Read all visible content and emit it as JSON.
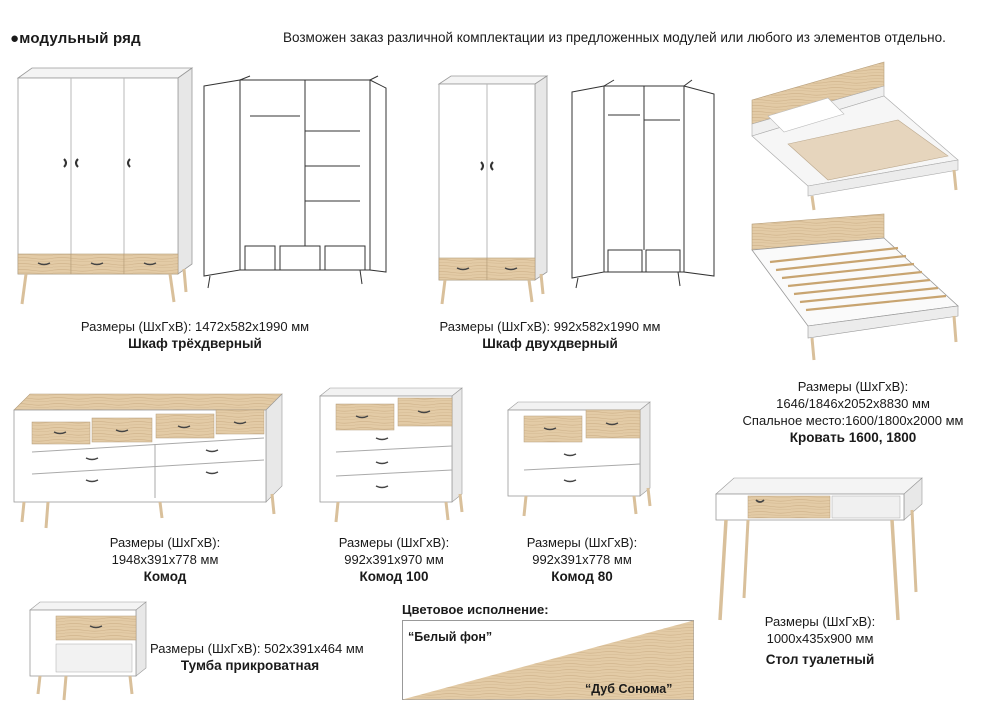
{
  "header": {
    "title": "модульный ряд",
    "note": "Возможен заказ различной комплектации из предложенных модулей или любого из элементов отдельно."
  },
  "products": {
    "wardrobe3": {
      "dims": "Размеры (ШхГхВ): 1472х582х1990 мм",
      "name": "Шкаф трёхдверный"
    },
    "wardrobe2": {
      "dims": "Размеры (ШхГхВ): 992х582х1990 мм",
      "name": "Шкаф двухдверный"
    },
    "bed": {
      "dims_label": "Размеры (ШхГхВ):",
      "dims_value": "1646/1846х2052х8830 мм",
      "sleep": "Спальное место:1600/1800х2000 мм",
      "name": "Кровать 1600, 1800"
    },
    "chest": {
      "dims_label": "Размеры (ШхГхВ):",
      "dims_value": "1948х391х778 мм",
      "name": "Комод"
    },
    "chest100": {
      "dims_label": "Размеры (ШхГхВ):",
      "dims_value": "992х391х970 мм",
      "name": "Комод 100"
    },
    "chest80": {
      "dims_label": "Размеры (ШхГхВ):",
      "dims_value": "992х391х778 мм",
      "name": "Комод 80"
    },
    "nightstand": {
      "dims": "Размеры (ШхГхВ): 502х391х464 мм",
      "name": "Тумба прикроватная"
    },
    "desk": {
      "dims_label": "Размеры (ШхГхВ):",
      "dims_value": "1000х435х900 мм",
      "name": "Стол туалетный"
    }
  },
  "colors": {
    "title": "Цветовое исполнение:",
    "white_label": "“Белый фон”",
    "oak_label": "“Дуб Сонома”",
    "white_hex": "#ffffff",
    "oak_hex": "#e3cba6"
  }
}
